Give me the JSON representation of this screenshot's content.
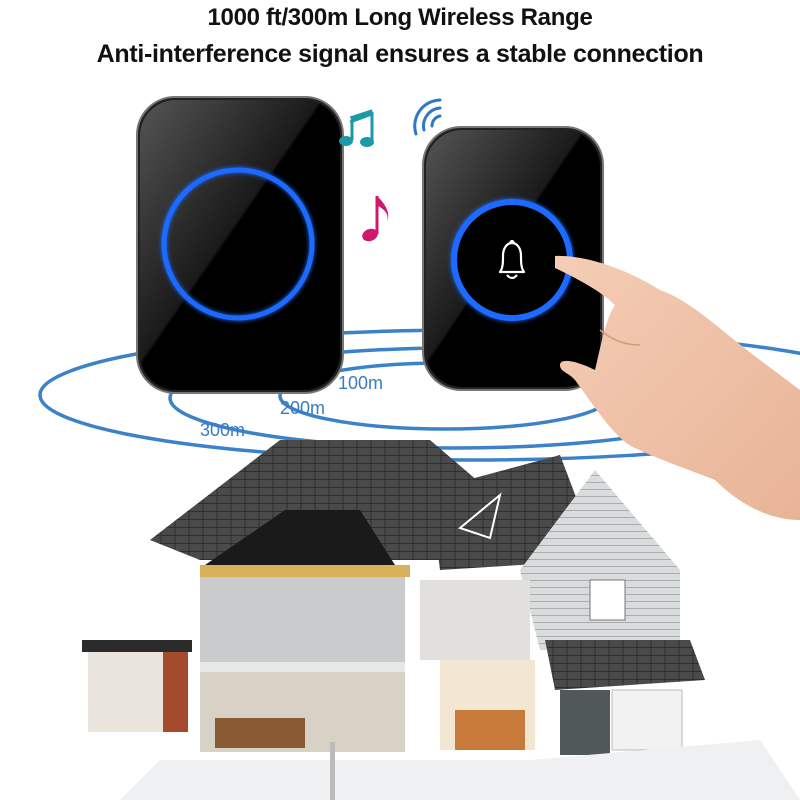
{
  "headline": {
    "line1": "1000 ft/300m Long Wireless Range",
    "line2": "Anti-interference signal ensures a stable connection"
  },
  "range_rings": [
    {
      "label": "100m"
    },
    {
      "label": "200m"
    },
    {
      "label": "300m"
    }
  ],
  "devices": {
    "receiver": {
      "ring_color": "#1e6bff"
    },
    "transmitter_button": {
      "icon": "bell-icon",
      "ring_color": "#1e6bff"
    }
  },
  "decor": {
    "music_note_teal": "#1c9aa8",
    "music_note_pink": "#d0186e",
    "wifi_color": "#2f78c4",
    "ring_line_color": "#3b82c8"
  }
}
